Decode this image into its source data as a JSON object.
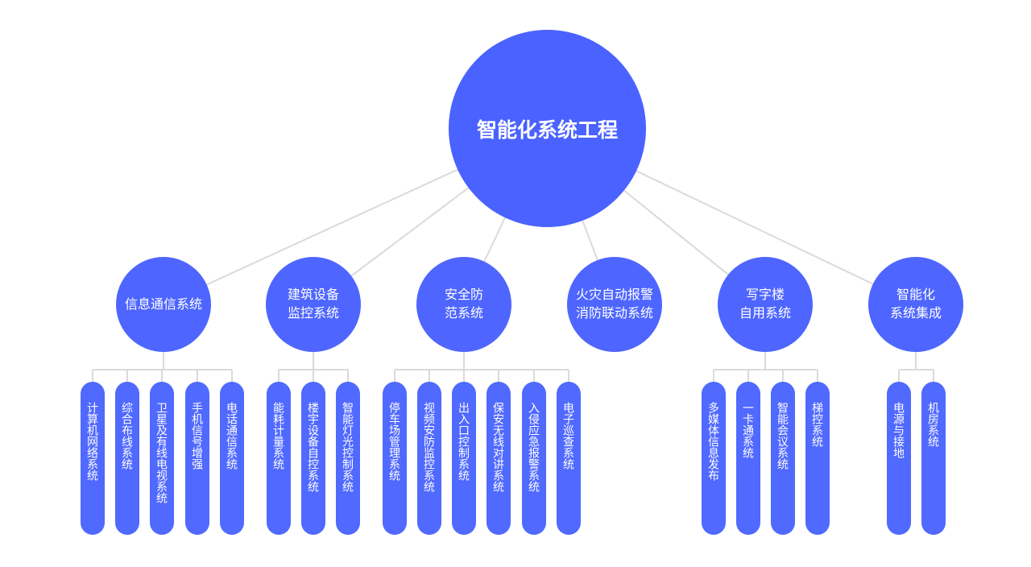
{
  "root": {
    "label": "智能化系统工程"
  },
  "categories": [
    {
      "label": "信息通信系统",
      "items": [
        "计算机网络系统",
        "综合布线系统",
        "卫星及有线电视系统",
        "手机信号增强",
        "电话通信系统"
      ]
    },
    {
      "label": "建筑设备\n监控系统",
      "items": [
        "能耗计量系统",
        "楼宇设备自控系统",
        "智能灯光控制系统"
      ]
    },
    {
      "label": "安全防\n范系统",
      "items": [
        "停车场管理系统",
        "视频安防监控系统",
        "出入口控制系统",
        "保安无线对讲系统",
        "入侵应急报警系统",
        "电子巡查系统"
      ]
    },
    {
      "label": "火灾自动报警\n消防联动系统",
      "items": []
    },
    {
      "label": "写字楼\n自用系统",
      "items": [
        "多媒体信息发布",
        "一卡通系统",
        "智能会议系统",
        "梯控系统"
      ]
    },
    {
      "label": "智能化\n系统集成",
      "items": [
        "电源与接地",
        "机房系统"
      ]
    }
  ],
  "colors": {
    "node": "#4A62FF",
    "line": "#DADADA",
    "text": "#FFFFFF"
  }
}
